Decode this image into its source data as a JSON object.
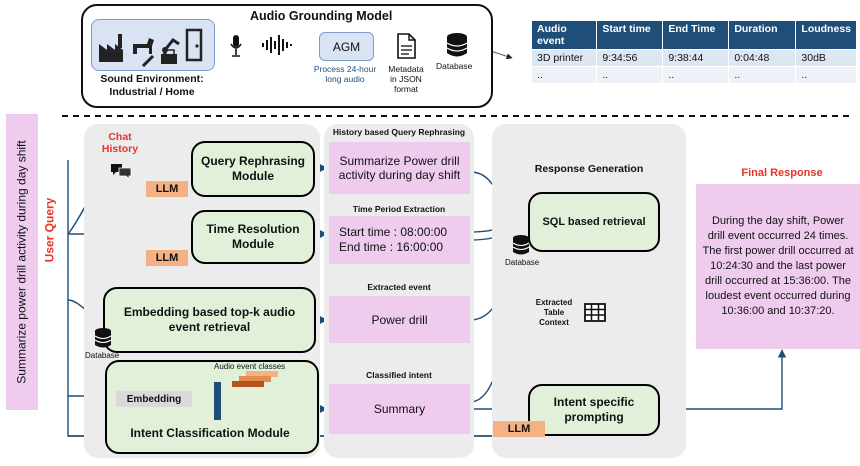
{
  "grounding": {
    "title": "Audio Grounding Model",
    "sound_env_label": "Sound Environment: Industrial / Home",
    "agm_label": "AGM",
    "process_label": "Process 24-hour long audio",
    "metadata_label": "Metadata in JSON format",
    "database_label": "Database"
  },
  "table": {
    "headers": [
      "Audio event",
      "Start time",
      "End Time",
      "Duration",
      "Loudness"
    ],
    "rows": [
      [
        "3D printer",
        "9:34:56",
        "9:38:44",
        "0:04:48",
        "30dB"
      ],
      [
        "..",
        "..",
        "..",
        "..",
        ".."
      ]
    ]
  },
  "user_query": {
    "label": "User Query",
    "text": "Summarize power drill activity during day shift"
  },
  "chat_history": "Chat History",
  "modules": {
    "query_rephrasing": "Query Rephrasing Module",
    "time_resolution": "Time Resolution Module",
    "embedding_retrieval": "Embedding based top-k audio event retrieval",
    "intent_classification": "Intent Classification Module",
    "embedding": "Embedding",
    "audio_event_classes": "Audio event classes",
    "llm": "LLM",
    "database": "Database"
  },
  "middle": {
    "h1": "History based Query Rephrasing",
    "b1": "Summarize Power drill activity during day shift",
    "h2": "Time Period Extraction",
    "b2_line1": "Start time : 08:00:00",
    "b2_line2": "End time  : 16:00:00",
    "h3": "Extracted event",
    "b3": "Power drill",
    "h4": "Classified intent",
    "b4": "Summary"
  },
  "response": {
    "title": "Response Generation",
    "sql": "SQL based retrieval",
    "database": "Database",
    "table_context": "Extracted Table Context",
    "intent_prompting": "Intent specific prompting",
    "llm": "LLM"
  },
  "final": {
    "title": "Final Response",
    "text": "During the day shift, Power drill event occurred 24 times. The first power drill occurred at 10:24:30 and the last power drill occurred at 15:36:00. The loudest event occurred during 10:36:00 and 10:37:20."
  },
  "colors": {
    "module_green": "#e2f0d9",
    "pink": "#efcbee",
    "llm_orange": "#f4b183",
    "table_header": "#1f4e79",
    "arrow_blue": "#1f4e79",
    "red": "#e8322a"
  }
}
